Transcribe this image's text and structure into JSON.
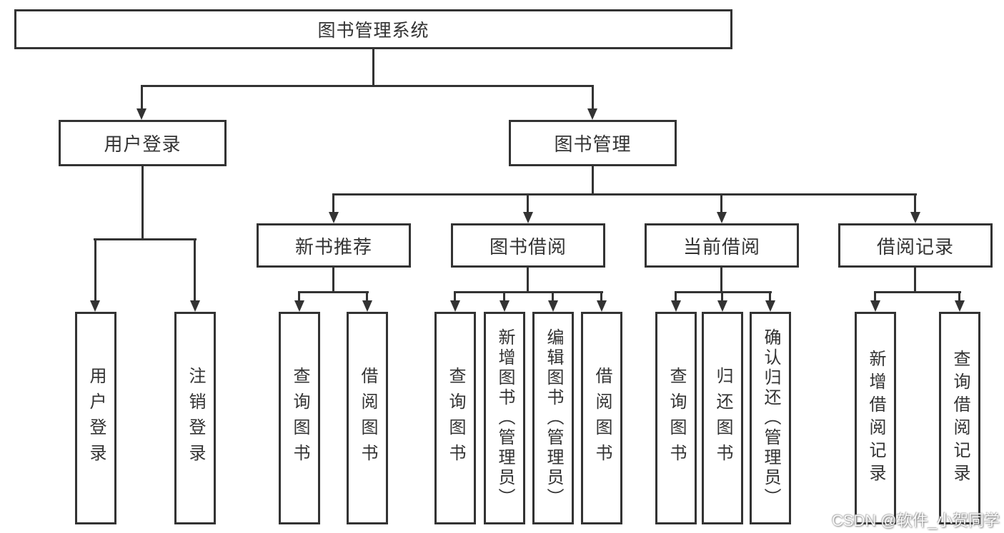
{
  "diagram": {
    "type": "tree",
    "colors": {
      "line": "#333333",
      "text": "#333333",
      "background": "#ffffff",
      "watermark": "#ffffff"
    },
    "tree": {
      "label": "图书管理系统",
      "children": [
        {
          "label": "用户登录",
          "children": [
            {
              "label": "用户登录"
            },
            {
              "label": "注销登录"
            }
          ]
        },
        {
          "label": "图书管理",
          "children": [
            {
              "label": "新书推荐",
              "children": [
                {
                  "label": "查询图书"
                },
                {
                  "label": "借阅图书"
                }
              ]
            },
            {
              "label": "图书借阅",
              "children": [
                {
                  "label": "查询图书"
                },
                {
                  "label": "新增图书（管理员）"
                },
                {
                  "label": "编辑图书（管理员）"
                },
                {
                  "label": "借阅图书"
                }
              ]
            },
            {
              "label": "当前借阅",
              "children": [
                {
                  "label": "查询图书"
                },
                {
                  "label": "归还图书"
                },
                {
                  "label": "确认归还（管理员）"
                }
              ]
            },
            {
              "label": "借阅记录",
              "children": [
                {
                  "label": "新增借阅记录"
                },
                {
                  "label": "查询借阅记录"
                }
              ]
            }
          ]
        }
      ]
    },
    "watermark": "CSDN @软件_小贺同学"
  }
}
